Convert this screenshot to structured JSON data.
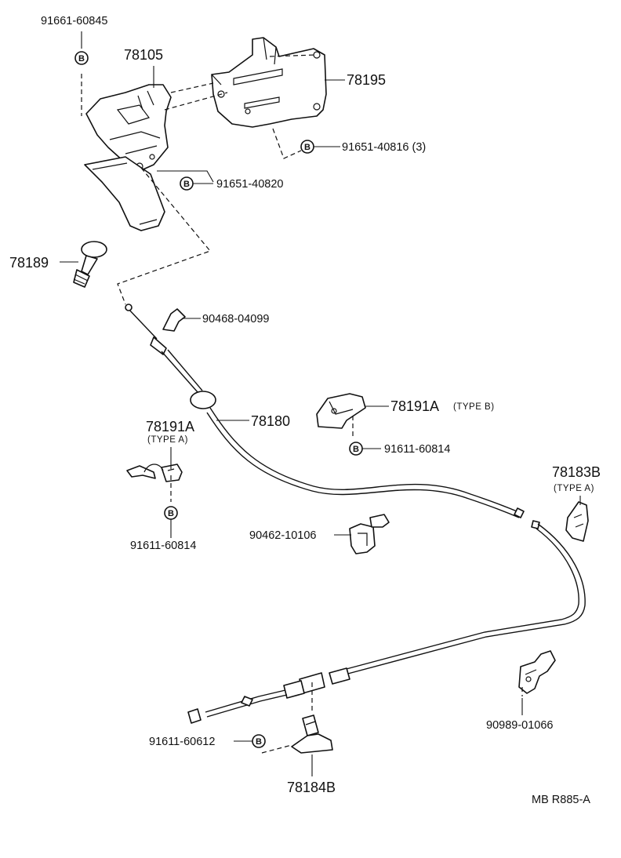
{
  "labels": {
    "p91661_60845": "91661-60845",
    "p78105": "78105",
    "p78195": "78195",
    "p91651_40816": "91651-40816 (3)",
    "p91651_40820": "91651-40820",
    "p78189": "78189",
    "p90468_04099": "90468-04099",
    "p78191A_b": "78191A",
    "p78191A_b_type": "(TYPE B)",
    "p78180": "78180",
    "p78191A_a": "78191A",
    "p78191A_a_type": "(TYPE A)",
    "p91611_60814_b": "91611-60814",
    "p91611_60814_a": "91611-60814",
    "p78183B": "78183B",
    "p78183B_type": "(TYPE A)",
    "p90462_10106": "90462-10106",
    "p90989_01066": "90989-01066",
    "p91611_60612": "91611-60612",
    "p78184B": "78184B",
    "ref": "MB  R885-A"
  },
  "bolt_symbol": "B"
}
